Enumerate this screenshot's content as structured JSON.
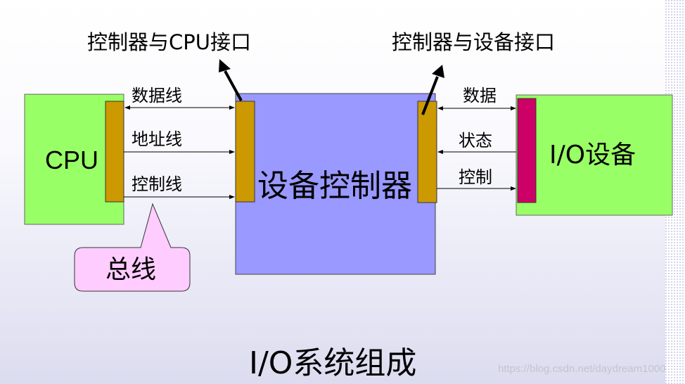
{
  "headers": {
    "cpu_interface_latin": "控制器与CPU接口",
    "device_interface": "控制器与设备接口"
  },
  "bus_lines": {
    "data": "数据线",
    "address": "地址线",
    "control": "控制线"
  },
  "io_lines": {
    "data": "数据",
    "status": "状态",
    "control": "控制"
  },
  "blocks": {
    "cpu": "CPU",
    "controller": "设备控制器",
    "device": "I/O设备"
  },
  "callout": "总线",
  "title": "I/O系统组成",
  "watermark": "https://blog.csdn.net/daydream1000",
  "colors": {
    "cpu_box": "#99ff66",
    "controller_box": "#9999ff",
    "device_box": "#99ff66",
    "interface_port": "#cc9900",
    "device_port": "#cc0066",
    "callout": "#ffccff",
    "arrow": "#000000"
  }
}
